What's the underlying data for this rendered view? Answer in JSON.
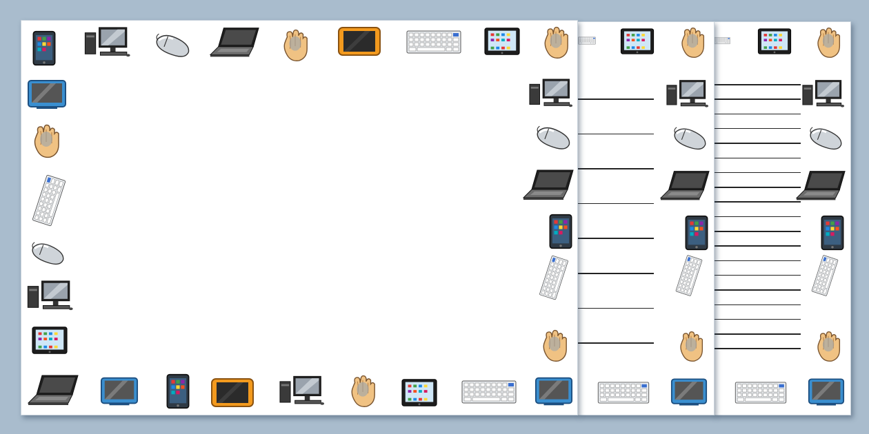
{
  "document": {
    "pages": [
      {
        "id": "page-3",
        "style": "wide-lined",
        "ruled_lines": 19
      },
      {
        "id": "page-2",
        "style": "lined",
        "ruled_lines": 8
      },
      {
        "id": "page-1",
        "style": "blank-border",
        "ruled_lines": 0
      }
    ],
    "border_icons": [
      "tablet-icon",
      "desktop-computer-icon",
      "mouse-icon",
      "laptop-icon",
      "hand-on-mouse-icon",
      "orange-tablet-icon",
      "keyboard-icon",
      "ipad-icon",
      "blue-laptop-icon"
    ]
  },
  "colors": {
    "background": "#a9bccd",
    "paper": "#ffffff",
    "rule_line": "#222222",
    "orange_frame": "#f39a1e",
    "blue_frame": "#3a8fd0",
    "skin": "#f0c283"
  }
}
